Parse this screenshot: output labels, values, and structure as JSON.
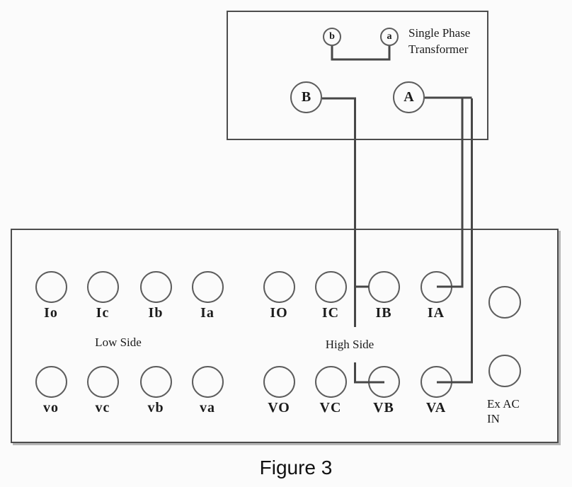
{
  "transformer": {
    "label": "Single Phase Transformer",
    "terminal_b": "b",
    "terminal_a": "a",
    "terminal_B": "B",
    "terminal_A": "A"
  },
  "panel": {
    "low_side_label": "Low Side",
    "high_side_label": "High Side",
    "ex_ac_line1": "Ex AC",
    "ex_ac_line2": "IN",
    "current_terminals": [
      "Io",
      "Ic",
      "Ib",
      "Ia",
      "IO",
      "IC",
      "IB",
      "IA"
    ],
    "voltage_terminals": [
      "vo",
      "vc",
      "vb",
      "va",
      "VO",
      "VC",
      "VB",
      "VA"
    ]
  },
  "caption": "Figure 3",
  "colors": {
    "ink": "#474747",
    "text": "#1b1b1b",
    "background": "#fbfbfb"
  }
}
